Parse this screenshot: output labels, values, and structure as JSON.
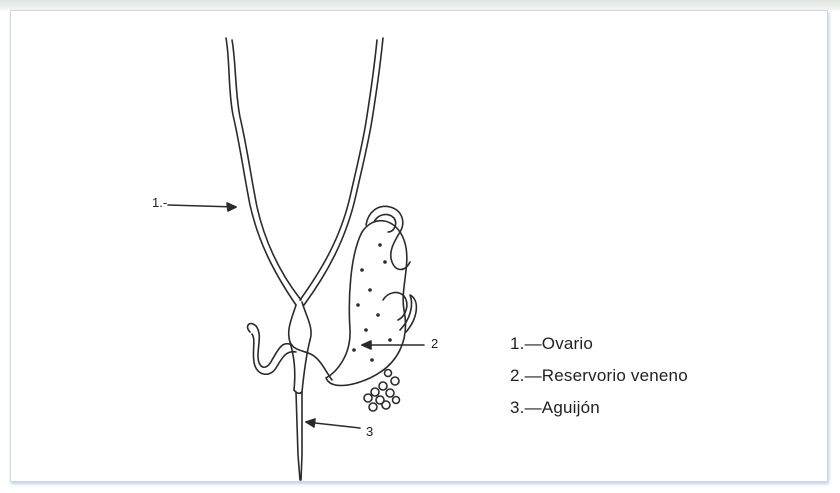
{
  "figure": {
    "callouts": {
      "ovary": "1.-",
      "venom_reservoir": "2",
      "stinger": "3"
    },
    "legend": [
      "1.—Ovario",
      "2.—Reservorio veneno",
      "3.—Aguijón"
    ]
  }
}
